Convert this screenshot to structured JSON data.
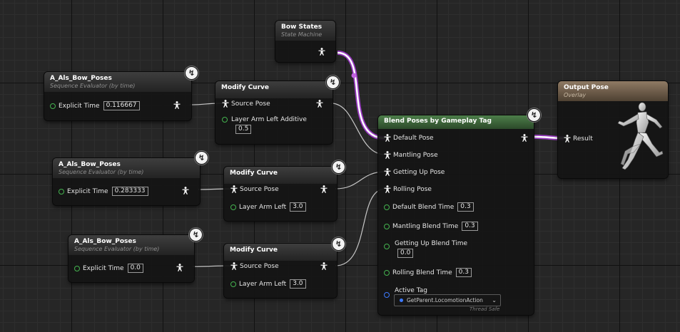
{
  "nodes": {
    "bow_states": {
      "title": "Bow States",
      "subtitle": "State Machine"
    },
    "seq1": {
      "title": "A_Als_Bow_Poses",
      "subtitle": "Sequence Evaluator (by time)",
      "pin_label": "Explicit Time",
      "pin_value": "0.116667"
    },
    "seq2": {
      "title": "A_Als_Bow_Poses",
      "subtitle": "Sequence Evaluator (by time)",
      "pin_label": "Explicit Time",
      "pin_value": "0.283333"
    },
    "seq3": {
      "title": "A_Als_Bow_Poses",
      "subtitle": "Sequence Evaluator (by time)",
      "pin_label": "Explicit Time",
      "pin_value": "0.0"
    },
    "mod1": {
      "title": "Modify Curve",
      "source_pose": "Source Pose",
      "curve_label": "Layer Arm Left Additive",
      "curve_value": "0.5"
    },
    "mod2": {
      "title": "Modify Curve",
      "source_pose": "Source Pose",
      "curve_label": "Layer Arm Left",
      "curve_value": "3.0"
    },
    "mod3": {
      "title": "Modify Curve",
      "source_pose": "Source Pose",
      "curve_label": "Layer Arm Left",
      "curve_value": "3.0"
    },
    "blend": {
      "title": "Blend Poses by Gameplay Tag",
      "default_pose": "Default Pose",
      "mantling_pose": "Mantling Pose",
      "getting_up_pose": "Getting Up Pose",
      "rolling_pose": "Rolling Pose",
      "default_blend": {
        "label": "Default Blend Time",
        "value": "0.3"
      },
      "mantling_blend": {
        "label": "Mantling Blend Time",
        "value": "0.3"
      },
      "getting_up_blend": {
        "label": "Getting Up Blend Time",
        "value": "0.0"
      },
      "rolling_blend": {
        "label": "Rolling Blend Time",
        "value": "0.3"
      },
      "active_tag": {
        "label": "Active Tag",
        "value": "GetParent.LocomotionAction"
      },
      "thread_safe": "Thread Safe"
    },
    "output": {
      "title": "Output Pose",
      "subtitle": "Overlay",
      "result": "Result"
    }
  },
  "icons": {
    "fast_path": "lightning-bolt-icon",
    "pose_pin": "pose-pin-icon",
    "float_pin": "float-pin-icon",
    "tag_pin": "gameplay-tag-pin-icon",
    "output_figure": "running-mannequin-icon"
  },
  "colors": {
    "float_pin": "#44b34f",
    "tag_pin": "#3d7bff",
    "blend_header": "#4d7e4a",
    "output_header": "#8f7a64",
    "active_wire": "#a43bd0"
  }
}
